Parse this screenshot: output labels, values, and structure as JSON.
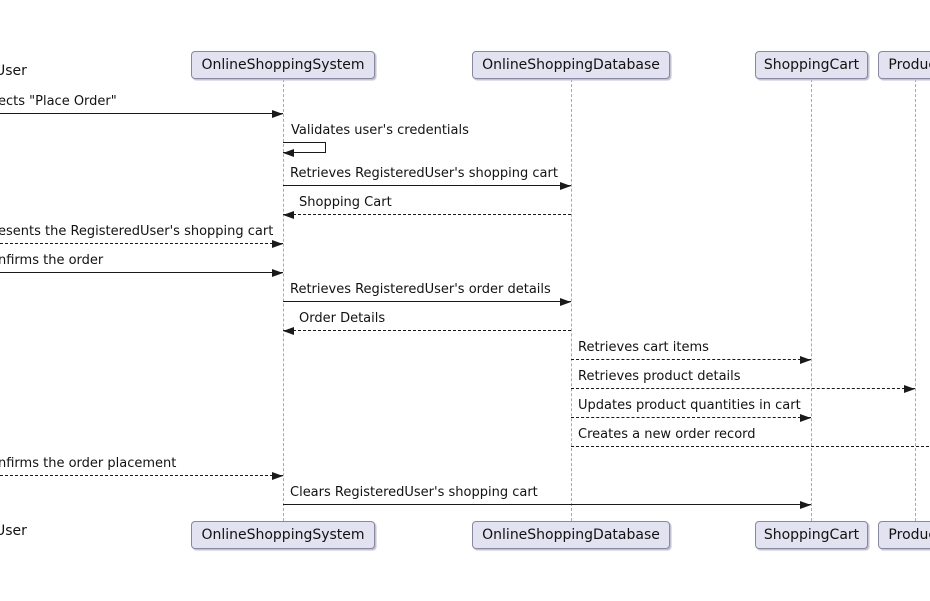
{
  "diagram": {
    "type": "uml-sequence-diagram",
    "colors": {
      "background": "#FFFFFF",
      "participant_fill": "#E2E2F0",
      "participant_border": "#8888A0",
      "participant_shadow": "#C0C0D0",
      "lifeline": "#A8A8B8",
      "line": "#1A1A1A",
      "text": "#121212"
    },
    "participants": [
      {
        "id": "user",
        "label": "User",
        "note": "actor cut off at left edge, only label tail visible"
      },
      {
        "id": "system",
        "label": "OnlineShoppingSystem"
      },
      {
        "id": "database",
        "label": "OnlineShoppingDatabase"
      },
      {
        "id": "cart",
        "label": "ShoppingCart"
      },
      {
        "id": "product",
        "label": "Product",
        "note": "box cut off at right edge"
      }
    ],
    "messages": [
      {
        "label": "ects \"Place Order\"",
        "from": "user",
        "to": "system",
        "style": "solid"
      },
      {
        "label": "Validates user's credentials",
        "from": "system",
        "to": "system",
        "style": "solid",
        "self": true
      },
      {
        "label": "Retrieves RegisteredUser's shopping cart",
        "from": "system",
        "to": "database",
        "style": "solid"
      },
      {
        "label": "Shopping Cart",
        "from": "database",
        "to": "system",
        "style": "dashed"
      },
      {
        "label": "esents the RegisteredUser's shopping cart",
        "from": "user",
        "to": "system",
        "style": "dashed"
      },
      {
        "label": "nfirms the order",
        "from": "user",
        "to": "system",
        "style": "solid"
      },
      {
        "label": "Retrieves RegisteredUser's order details",
        "from": "system",
        "to": "database",
        "style": "solid"
      },
      {
        "label": "Order Details",
        "from": "database",
        "to": "system",
        "style": "dashed"
      },
      {
        "label": "Retrieves cart items",
        "from": "database",
        "to": "cart",
        "style": "dashed"
      },
      {
        "label": "Retrieves product details",
        "from": "database",
        "to": "product",
        "style": "dashed"
      },
      {
        "label": "Updates product quantities in cart",
        "from": "database",
        "to": "cart",
        "style": "dashed"
      },
      {
        "label": "Creates a new order record",
        "from": "database",
        "to": "offscreen_right",
        "style": "dashed",
        "no_arrow": true
      },
      {
        "label": "nfirms the order placement",
        "from": "user",
        "to": "system",
        "style": "dashed"
      },
      {
        "label": "Clears RegisteredUser's shopping cart",
        "from": "system",
        "to": "cart",
        "style": "solid"
      }
    ]
  }
}
